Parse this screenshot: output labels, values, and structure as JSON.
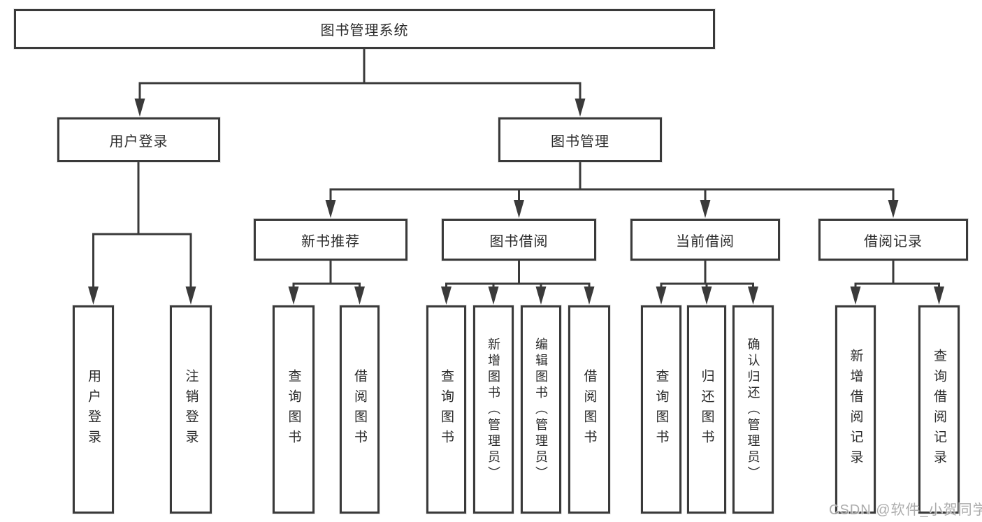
{
  "tree": {
    "root": {
      "label": "图书管理系统"
    },
    "children": [
      {
        "label": "用户登录",
        "children": [
          {
            "label": "用户登录"
          },
          {
            "label": "注销登录"
          }
        ]
      },
      {
        "label": "图书管理",
        "children": [
          {
            "label": "新书推荐",
            "children": [
              {
                "label": "查询图书"
              },
              {
                "label": "借阅图书"
              }
            ]
          },
          {
            "label": "图书借阅",
            "children": [
              {
                "label": "查询图书"
              },
              {
                "label": "新增图书（管理员）"
              },
              {
                "label": "编辑图书（管理员）"
              },
              {
                "label": "借阅图书"
              }
            ]
          },
          {
            "label": "当前借阅",
            "children": [
              {
                "label": "查询图书"
              },
              {
                "label": "归还图书"
              },
              {
                "label": "确认归还（管理员）"
              }
            ]
          },
          {
            "label": "借阅记录",
            "children": [
              {
                "label": "新增借阅记录"
              },
              {
                "label": "查询借阅记录"
              }
            ]
          }
        ]
      }
    ]
  },
  "watermark": "CSDN @软件_小贺同学",
  "colors": {
    "line": "#3a3a3a",
    "box_border": "#3a3a3a",
    "text": "#2b2b2b",
    "background": "#ffffff",
    "watermark": "#9e9e9e"
  }
}
